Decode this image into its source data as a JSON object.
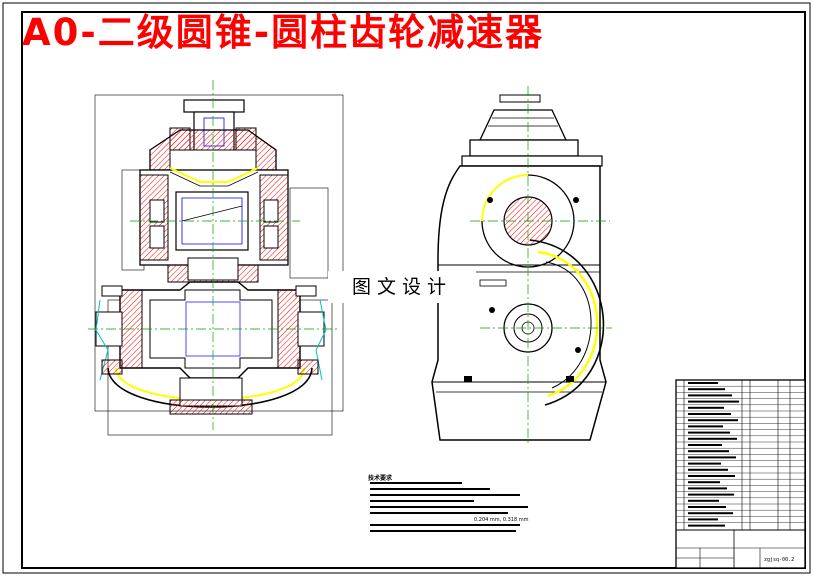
{
  "title": "A0-二级圆锥-圆柱齿轮减速器",
  "watermark": "图文设计",
  "notes": {
    "heading": "技术要求",
    "line_count": 7,
    "dimension_note": "0.204 mm, 0.318 mm"
  },
  "title_block": {
    "drawing_number": "zgjsq-00.2"
  },
  "colors": {
    "title": "#ff0000",
    "outline": "#000000",
    "hatch": "#ff0000",
    "center_line": "#00a000",
    "dimension": "#0000ff",
    "part": "#ffff00",
    "phantom": "#00c0c0"
  }
}
